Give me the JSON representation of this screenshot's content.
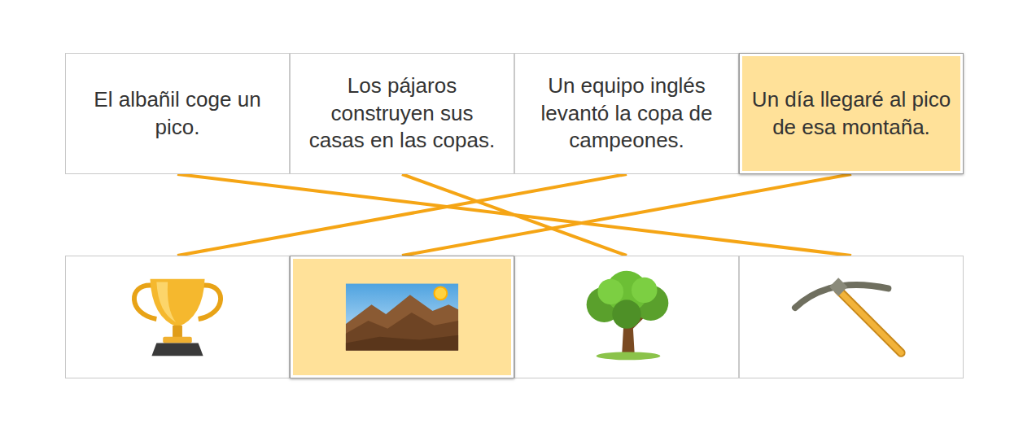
{
  "diagram": {
    "nodes": [
      {
        "text": [
          "El albañil coge un pico."
        ]
      },
      {
        "text": [
          "Los pájaros construyen sus casas en las copas."
        ]
      },
      {
        "text": [
          "Un equipo inglés levantó la copa de campeones."
        ]
      },
      {
        "text": [
          "Un día llegaré al pico de esa montaña."
        ]
      },
      {
        "text": []
      },
      {
        "text": []
      },
      {
        "text": []
      },
      {
        "text": []
      }
    ],
    "edges": [
      {
        "from": 0,
        "to": 7,
        "arrow": "none"
      },
      {
        "from": 1,
        "to": 6,
        "arrow": "none"
      },
      {
        "from": 2,
        "to": 4,
        "arrow": "none"
      },
      {
        "from": 3,
        "to": 5,
        "arrow": "none"
      }
    ]
  }
}
